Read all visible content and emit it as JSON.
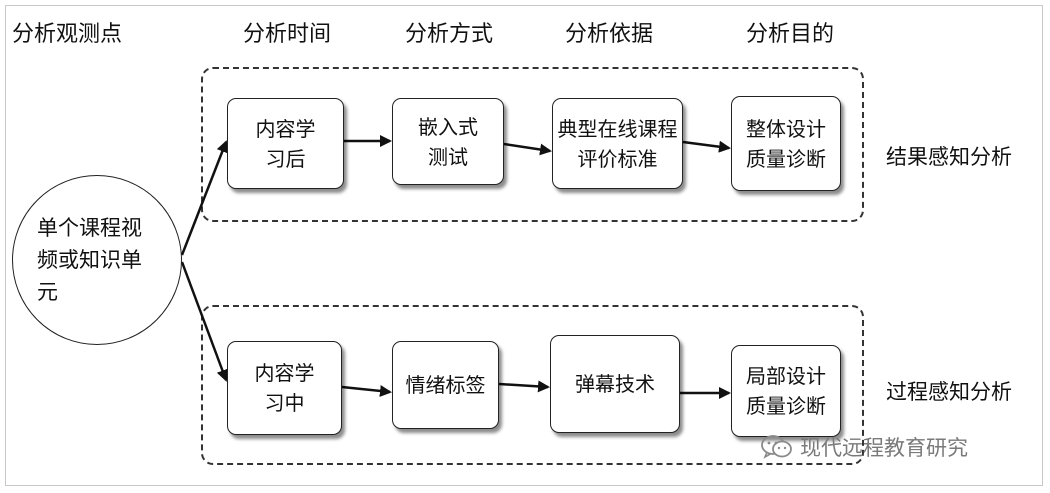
{
  "headers": {
    "point": "分析观测点",
    "time": "分析时间",
    "method": "分析方式",
    "basis": "分析依据",
    "purpose": "分析目的"
  },
  "source": "单个课程视频或知识单元",
  "result_row": {
    "label": "结果感知分析",
    "boxes": [
      "内容学习后",
      "嵌入式测试",
      "典型在线课程评价标准",
      "整体设计质量诊断"
    ]
  },
  "process_row": {
    "label": "过程感知分析",
    "boxes": [
      "内容学习中",
      "情绪标签",
      "弹幕技术",
      "局部设计质量诊断"
    ]
  },
  "watermark": {
    "icon": "wechat-icon",
    "text": "现代远程教育研究"
  }
}
